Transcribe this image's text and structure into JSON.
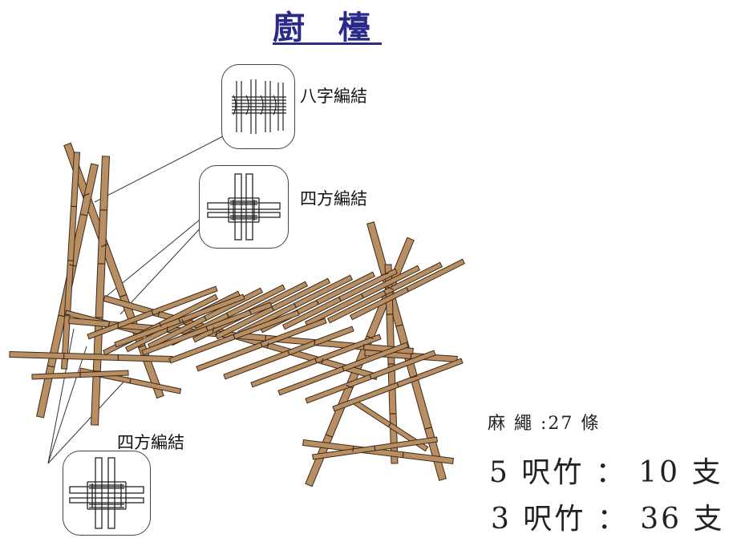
{
  "title": "廚 檯",
  "callouts": {
    "figure_eight": "八字編結",
    "square_top": "四方編結",
    "square_bottom": "四方編結"
  },
  "materials": {
    "rope": "麻 繩 :27 條",
    "bamboo_5": "5 呎竹 ： 10 支",
    "bamboo_3": "3 呎竹 ： 36 支"
  },
  "colors": {
    "bamboo": "#b88e62",
    "bamboo_stroke": "#3a2a1a",
    "title": "#2a2a8a"
  }
}
